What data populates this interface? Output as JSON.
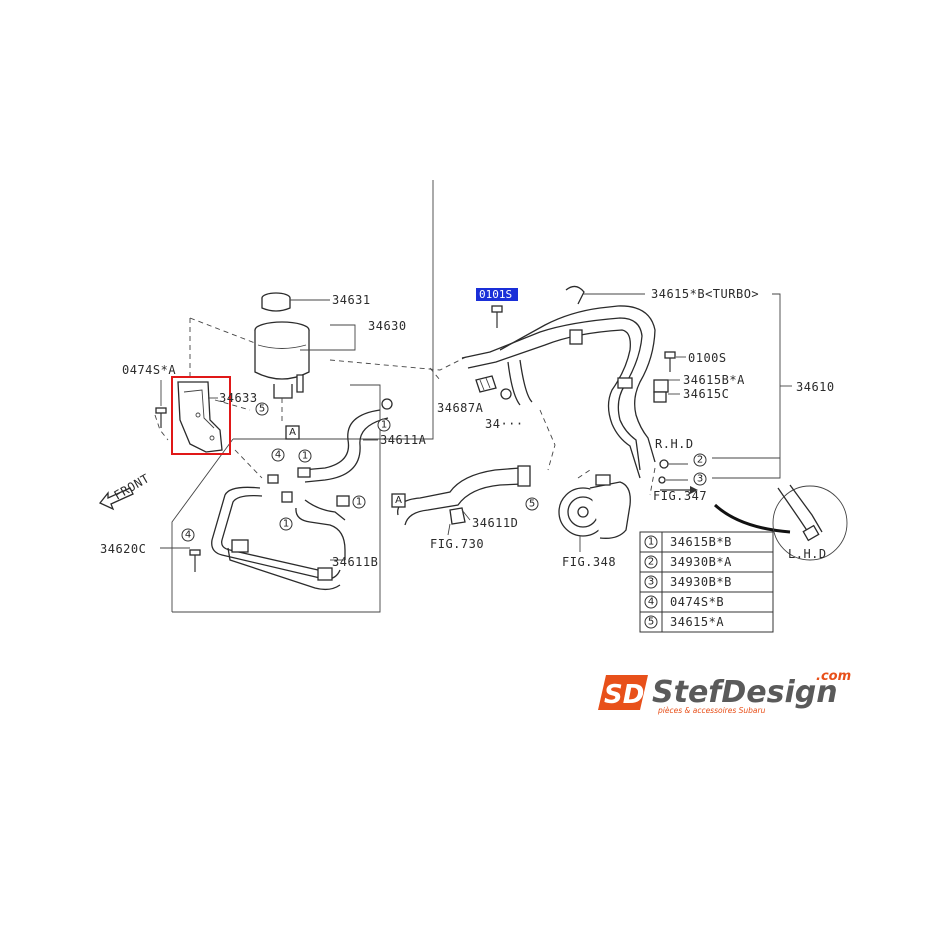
{
  "labels": {
    "p34631": "34631",
    "p34630": "34630",
    "p0474sa": "0474S*A",
    "p34633": "34633",
    "p34611a": "34611A",
    "p34687a": "34687A",
    "p34ob": "34···",
    "p34611b": "34611B",
    "p34611d": "34611D",
    "p34620c": "34620C",
    "p0101s": "0101S",
    "p34615b_turbo": "34615*B<TURBO>",
    "p0100s": "0100S",
    "p34615ba": "34615B*A",
    "p34615c": "34615C",
    "p34610": "34610",
    "rhd": "R.H.D",
    "lhd": "L.H.D",
    "fig347": "FIG.347",
    "fig348": "FIG.348",
    "fig730": "FIG.730",
    "front": "FRONT",
    "refA": "A"
  },
  "callouts": {
    "c1": "1",
    "c2": "2",
    "c3": "3",
    "c4": "4",
    "c5": "5"
  },
  "legend": [
    {
      "num": "1",
      "part": "34615B*B"
    },
    {
      "num": "2",
      "part": "34930B*A"
    },
    {
      "num": "3",
      "part": "34930B*B"
    },
    {
      "num": "4",
      "part": "0474S*B"
    },
    {
      "num": "5",
      "part": "34615*A"
    }
  ],
  "logo": {
    "mark": "SD",
    "name": "StefDesign",
    "domain": ".com",
    "tagline": "pièces & accessoires Subaru"
  },
  "colors": {
    "highlight": "#1a2fd8",
    "selection_box": "#e01818",
    "logo_orange": "#e8501a",
    "logo_grey": "#5a5a5a"
  }
}
